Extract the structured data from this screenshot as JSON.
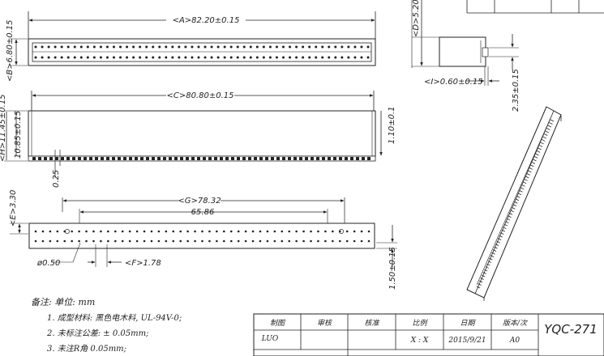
{
  "drawing": {
    "dims": {
      "A": "<A>82.20±0.15",
      "B": "<B>6.80±0.15",
      "C": "<C>80.80±0.15",
      "D": "<D>5.20",
      "E": "<E>3.30",
      "F": "<F>1.78",
      "G": "<G>78.32",
      "H": "<H>11.45±0.15",
      "I": "<I>0.60±0.15",
      "h_10_85": "10.85±0.15",
      "v_1_10": "1.10±0.1",
      "v_0_25": "0.25",
      "span_65_86": "65.86",
      "v_2_35": "2.35±0.15",
      "v_1_50": "1.50±0.15",
      "dia": "ø0.50"
    },
    "notes": {
      "title": "备注:  单位: mm",
      "items": [
        "1. 成型材料: 黑色电木料, UL-94V-0;",
        "2. 未标注公差: ± 0.05mm;",
        "3. 未注R角 0.05mm;"
      ]
    }
  },
  "title_block": {
    "headers": [
      "制图",
      "审核",
      "核准",
      "比例",
      "日期",
      "版本/次"
    ],
    "values": [
      "LUO",
      "",
      "",
      "X : X",
      "2015/9/21",
      "A0"
    ],
    "part_number": "YQC-271"
  }
}
